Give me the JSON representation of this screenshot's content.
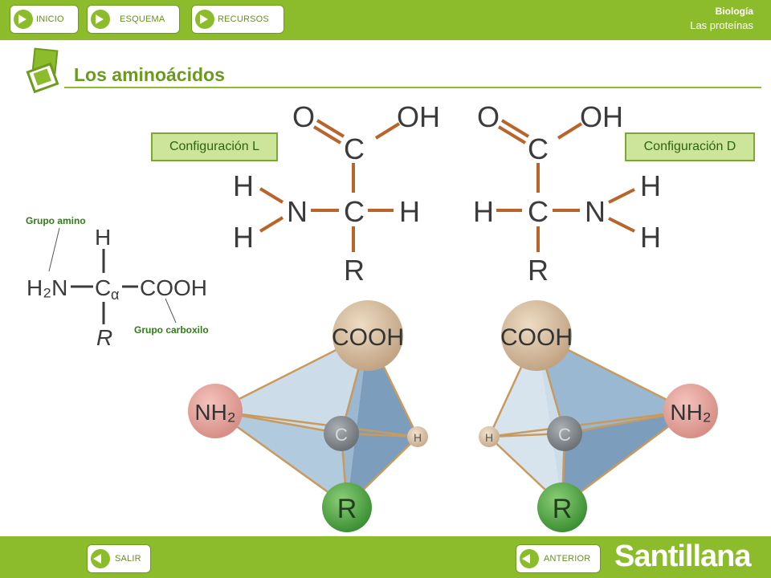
{
  "nav": {
    "inicio": "INICIO",
    "esquema": "ESQUEMA",
    "recursos": "RECURSOS",
    "salir": "SALIR",
    "anterior": "ANTERIOR"
  },
  "subject": {
    "line1": "Biología",
    "line2": "Las proteínas"
  },
  "page": {
    "title": "Los aminoácidos"
  },
  "configs": {
    "left": "Configuración L",
    "right": "Configuración D"
  },
  "annotations": {
    "amino": "Grupo amino",
    "carboxyl": "Grupo carboxilo"
  },
  "general": {
    "h": "H",
    "h2n": "H₂N",
    "c": "C",
    "alpha": "α",
    "cooh": "COOH",
    "r": "R"
  },
  "formulaL": {
    "o": "O",
    "oh": "OH",
    "c": "C",
    "h": "H",
    "n": "N",
    "r": "R"
  },
  "formulaD": {
    "o": "O",
    "oh": "OH",
    "c": "C",
    "h": "H",
    "n": "N",
    "r": "R"
  },
  "models": {
    "cooh": "COOH",
    "nh2": "NH₂",
    "c": "C",
    "h": "H",
    "r": "R"
  },
  "brand": "Santillana",
  "colors": {
    "bar": "#8cbb2c",
    "title": "#6b9a1f",
    "bond": "#b8642a",
    "atom": "#3b3b3b"
  }
}
